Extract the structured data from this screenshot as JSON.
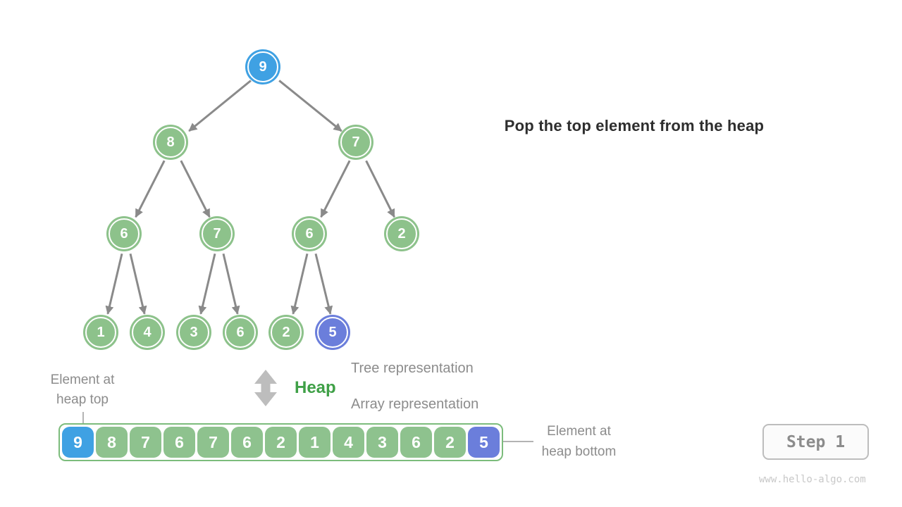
{
  "title": "Pop the top element from the heap",
  "tree": {
    "nodes": [
      "9",
      "8",
      "7",
      "6",
      "7",
      "6",
      "2",
      "1",
      "4",
      "3",
      "6",
      "2",
      "5"
    ]
  },
  "array": {
    "values": [
      "9",
      "8",
      "7",
      "6",
      "7",
      "6",
      "2",
      "1",
      "4",
      "3",
      "6",
      "2",
      "5"
    ]
  },
  "labels": {
    "heap": "Heap",
    "tree_representation": "Tree representation",
    "array_representation": "Array representation",
    "heap_top_line1": "Element at",
    "heap_top_line2": "heap top",
    "heap_bottom_line1": "Element at",
    "heap_bottom_line2": "heap bottom"
  },
  "step_badge": "Step 1",
  "watermark": "www.hello-algo.com",
  "colors": {
    "heap_top_node": "#3fa1e3",
    "heap_bottom_node": "#6b7edb",
    "normal_node": "#8dc28b",
    "array_border": "#7cbc7c",
    "heap_label": "#3fa047",
    "edge_gray": "#8a8a8a",
    "caption_gray": "#8c8c8c"
  }
}
